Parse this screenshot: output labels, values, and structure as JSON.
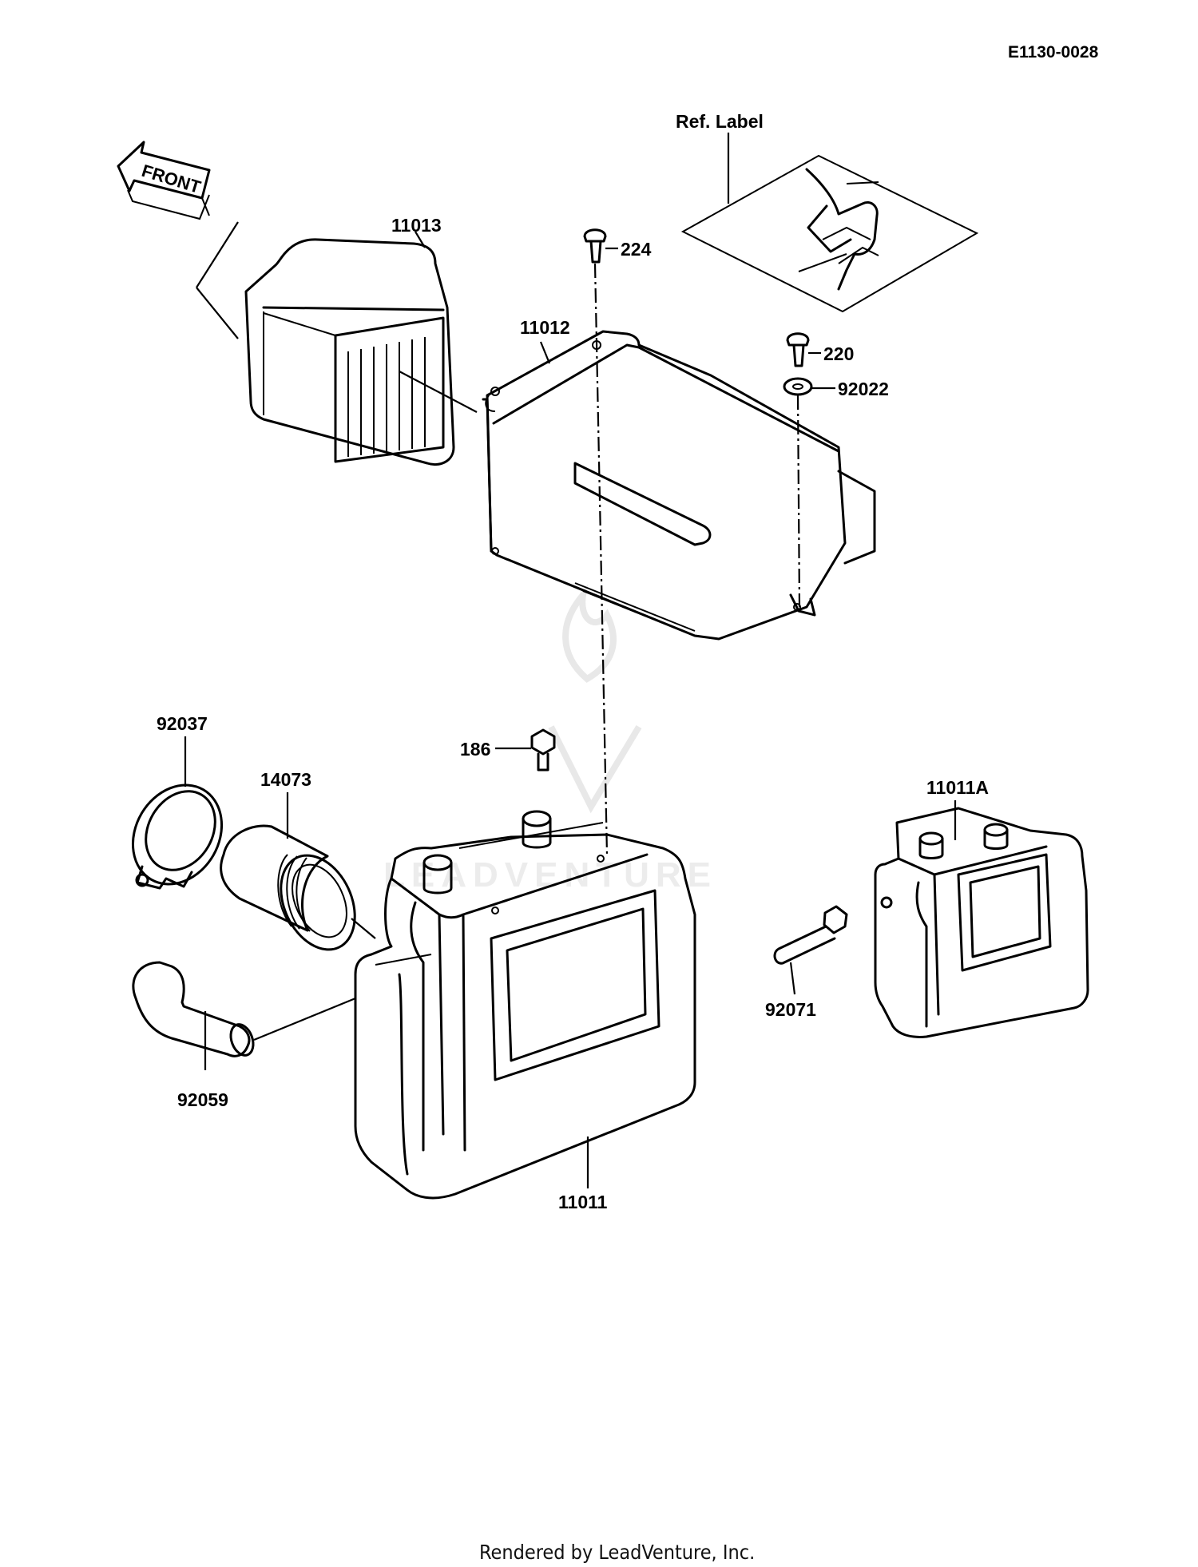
{
  "diagram_id": "E1130-0028",
  "ref_label": "Ref. Label",
  "front_label": "FRONT",
  "watermark": "LEADVENTURE",
  "footer": "Rendered by LeadVenture, Inc.",
  "parts": {
    "p11013": "11013",
    "p224": "224",
    "p11012": "11012",
    "p220": "220",
    "p92022": "92022",
    "p92037": "92037",
    "p14073": "14073",
    "p186": "186",
    "p11011A": "11011A",
    "p92071": "92071",
    "p92059": "92059",
    "p11011": "11011"
  }
}
